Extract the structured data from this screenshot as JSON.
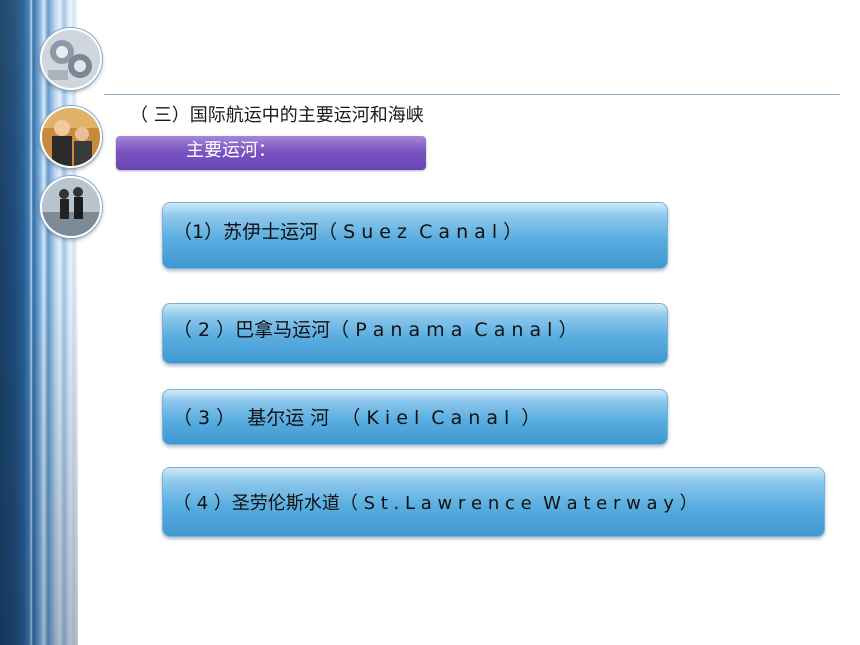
{
  "slide": {
    "heading": "（ 三）国际航运中的主要运河和海峡",
    "label": "主要运河：",
    "items": [
      {
        "text": "（1）苏伊士运河（ S u e z  C a n a l ）"
      },
      {
        "text": "（ 2 ）巴拿马运河（ P a n a m a  C a n a l ）"
      },
      {
        "text": "（ 3 ）  基尔运 河  （ K i e l  C a n a l  ）"
      },
      {
        "text": "（ 4 ）圣劳伦斯水道（ S t . L a w r e n c e  W a t e r w a y ）"
      }
    ]
  },
  "colors": {
    "band_dark": "#1b3f66",
    "rule": "#8fb3cf",
    "label_purple": "#7a55c2",
    "item_blue": "#5aaee0"
  },
  "icons": [
    "pipes-photo-icon",
    "business-people-photo-icon",
    "travelers-photo-icon"
  ]
}
